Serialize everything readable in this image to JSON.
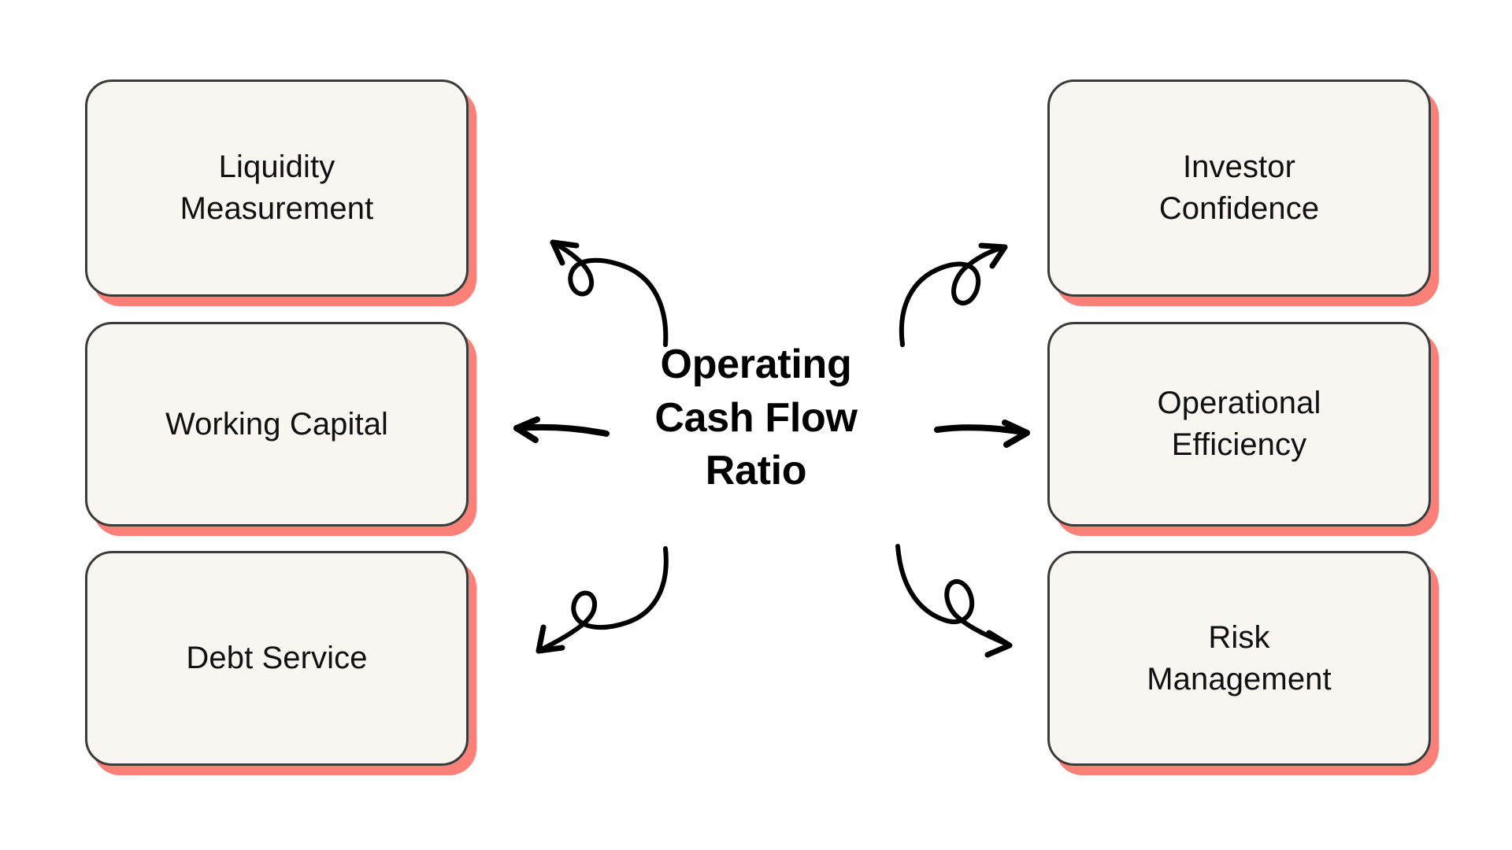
{
  "diagram": {
    "type": "hub-and-spoke",
    "background_color": "#FFFFFF",
    "center": {
      "title": "Operating\nCash Flow\nRatio"
    },
    "style": {
      "card_fill": "#F9F5F1",
      "card_border": "#3B3B3B",
      "card_shadow": "#FA8078",
      "text_color": "#111111",
      "arrow_color": "#000000"
    },
    "left_cards": [
      {
        "label": "Liquidity\nMeasurement",
        "arrow": "curved-loop-up-left"
      },
      {
        "label": "Working Capital",
        "arrow": "straight-left"
      },
      {
        "label": "Debt Service",
        "arrow": "curved-loop-down-left"
      }
    ],
    "right_cards": [
      {
        "label": "Investor\nConfidence",
        "arrow": "curved-loop-up-right"
      },
      {
        "label": "Operational\nEfficiency",
        "arrow": "straight-right"
      },
      {
        "label": "Risk\nManagement",
        "arrow": "curved-loop-down-right"
      }
    ],
    "arrows": [
      {
        "name": "arrow-up-left",
        "direction": "up-left",
        "style": "looped"
      },
      {
        "name": "arrow-left",
        "direction": "left",
        "style": "straight"
      },
      {
        "name": "arrow-down-left",
        "direction": "down-left",
        "style": "looped"
      },
      {
        "name": "arrow-up-right",
        "direction": "up-right",
        "style": "looped"
      },
      {
        "name": "arrow-right",
        "direction": "right",
        "style": "straight"
      },
      {
        "name": "arrow-down-right",
        "direction": "down-right",
        "style": "looped"
      }
    ]
  }
}
